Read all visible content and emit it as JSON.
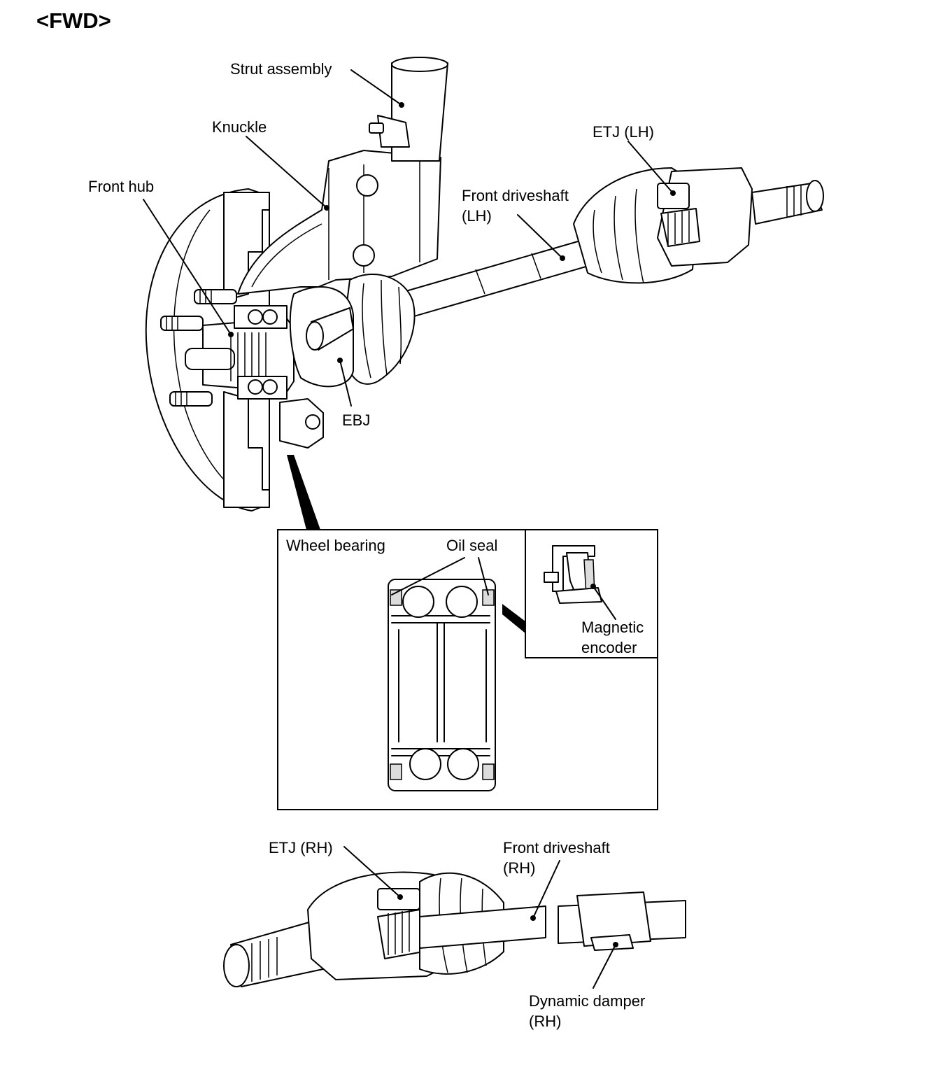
{
  "title": "<FWD>",
  "labels": {
    "strut_assembly": "Strut assembly",
    "knuckle": "Knuckle",
    "front_hub": "Front hub",
    "etj_lh": "ETJ (LH)",
    "front_driveshaft_lh_line1": "Front driveshaft",
    "front_driveshaft_lh_line2": "(LH)",
    "ebj": "EBJ",
    "wheel_bearing": "Wheel bearing",
    "oil_seal": "Oil seal",
    "magnetic_encoder_line1": "Magnetic",
    "magnetic_encoder_line2": "encoder",
    "etj_rh": "ETJ (RH)",
    "front_driveshaft_rh_line1": "Front driveshaft",
    "front_driveshaft_rh_line2": "(RH)",
    "dynamic_damper_line1": "Dynamic damper",
    "dynamic_damper_line2": "(RH)"
  }
}
